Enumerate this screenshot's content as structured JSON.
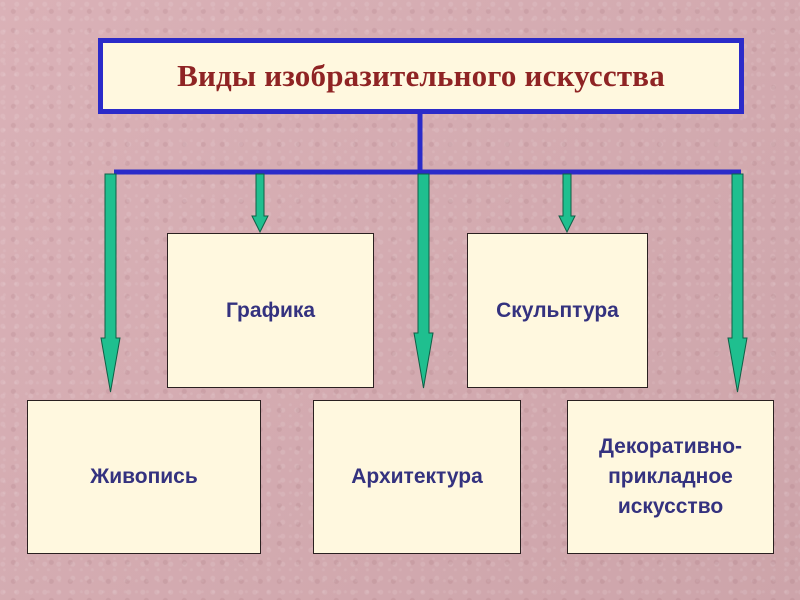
{
  "title": "Виды изобразительного искусства",
  "categories": {
    "graphics": "Графика",
    "sculpture": "Скульптура",
    "painting": "Живопись",
    "architecture": "Архитектура",
    "decorative": "Декоративно-\nприкладное\nискусство"
  },
  "colors": {
    "background": "#d8adb3",
    "title_border": "#2b2bc9",
    "title_text": "#8f2424",
    "box_fill": "#fff8df",
    "box_text": "#34327f",
    "connector": "#2b2bc9",
    "arrow_fill": "#1fbf8f"
  }
}
